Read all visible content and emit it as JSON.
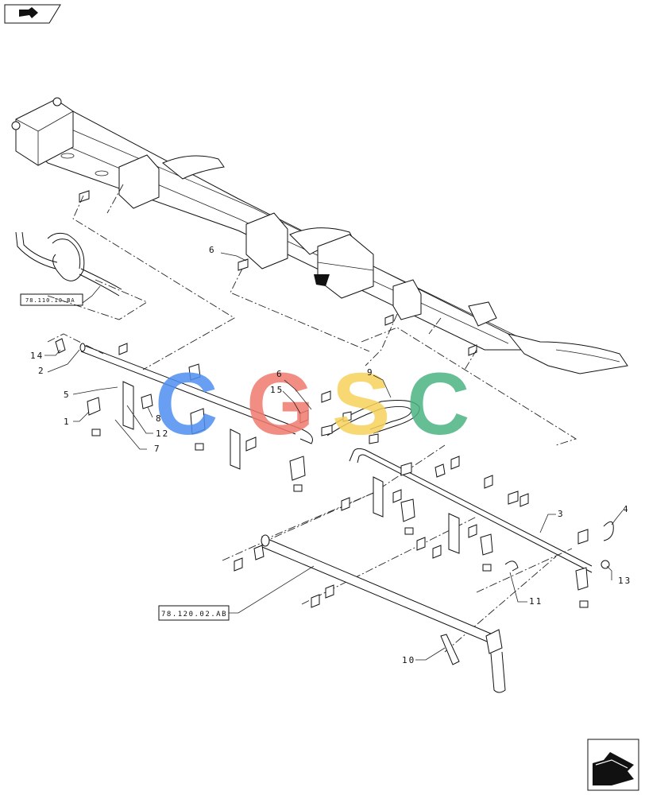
{
  "diagram": {
    "callouts": [
      {
        "id": "c14",
        "label": "14"
      },
      {
        "id": "c2",
        "label": "2"
      },
      {
        "id": "c5",
        "label": "5"
      },
      {
        "id": "c1",
        "label": "1"
      },
      {
        "id": "c8",
        "label": "8"
      },
      {
        "id": "c12",
        "label": "12"
      },
      {
        "id": "c7",
        "label": "7"
      },
      {
        "id": "c6a",
        "label": "6"
      },
      {
        "id": "c6b",
        "label": "6"
      },
      {
        "id": "c15",
        "label": "15"
      },
      {
        "id": "c9",
        "label": "9"
      },
      {
        "id": "c3",
        "label": "3"
      },
      {
        "id": "c4",
        "label": "4"
      },
      {
        "id": "c13",
        "label": "13"
      },
      {
        "id": "c11",
        "label": "11"
      },
      {
        "id": "c10",
        "label": "10"
      }
    ],
    "references": {
      "hose_ref": "78.110.10.BA",
      "boom_ref": "78.120.02.AB"
    },
    "watermark": {
      "letters": [
        "C",
        "G",
        "S",
        "C"
      ],
      "colors": [
        "#4f8ff0",
        "#f07a6e",
        "#f7d25a",
        "#4cb482"
      ]
    },
    "icons": {
      "top_left": "book-page-arrow-icon",
      "bottom_right": "next-page-arrow-icon"
    }
  }
}
